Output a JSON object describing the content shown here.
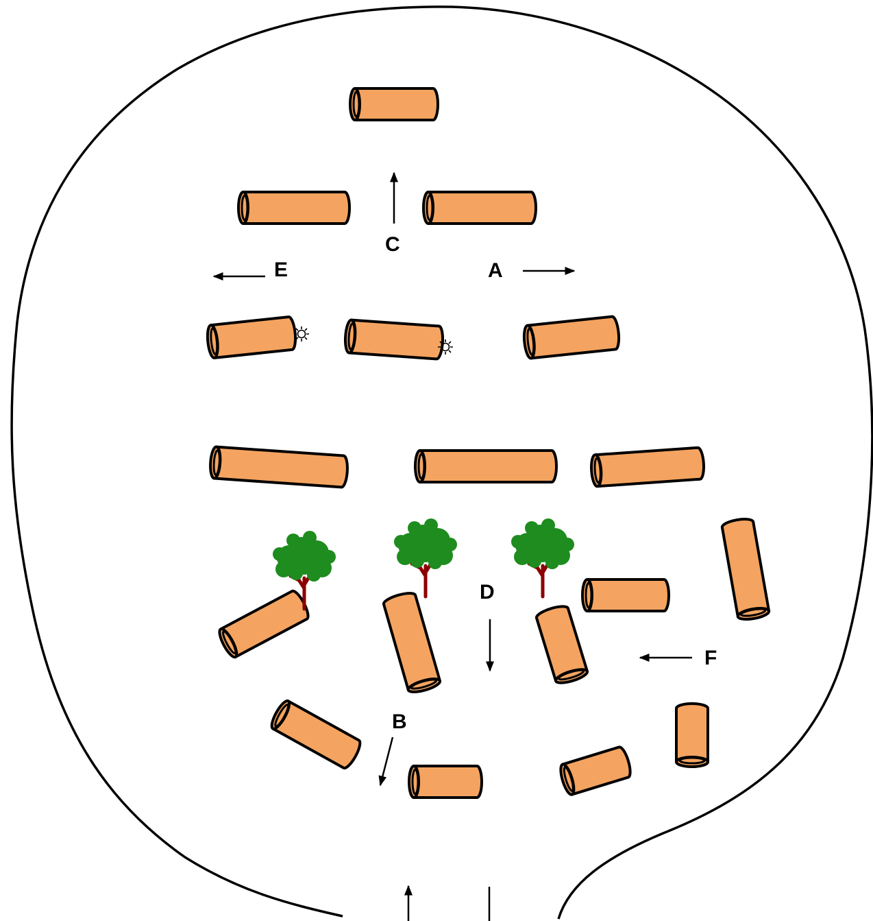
{
  "labels": {
    "a": "A",
    "b": "B",
    "c": "C",
    "d": "D",
    "e": "E",
    "f": "F"
  },
  "colors": {
    "cylinder_fill": "#F4A460",
    "outline": "#000000",
    "tree_foliage": "#1E8C1E",
    "tree_trunk": "#8B0000"
  },
  "icons": {
    "sparkle": "sparkle-icon",
    "tree": "tree-icon"
  }
}
